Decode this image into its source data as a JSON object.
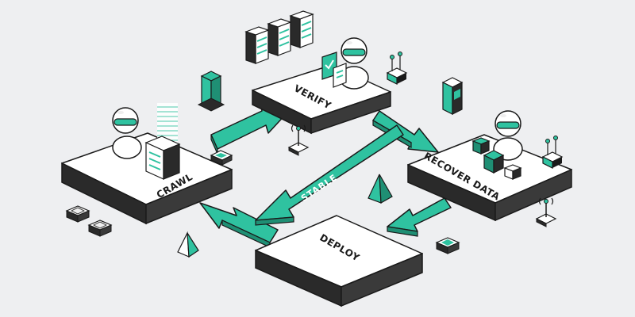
{
  "diagram": {
    "nodes": {
      "verify": "VERIFY",
      "crawl": "CRAWL",
      "recover": "RECOVER DATA",
      "deploy": "DEPLOY"
    },
    "center_label": "STABLE"
  },
  "colors": {
    "background": "#eeeff1",
    "accent": "#2fc2a0",
    "accent_dark": "#1f8f74",
    "outline": "#1a1a1a",
    "platform": "#ffffff",
    "platform_side": "#2a2a2a"
  },
  "icons": [
    "robot-icon",
    "server-rack-icon",
    "antenna-icon",
    "router-icon",
    "pyramid-icon",
    "device-icon",
    "cube-icon"
  ]
}
